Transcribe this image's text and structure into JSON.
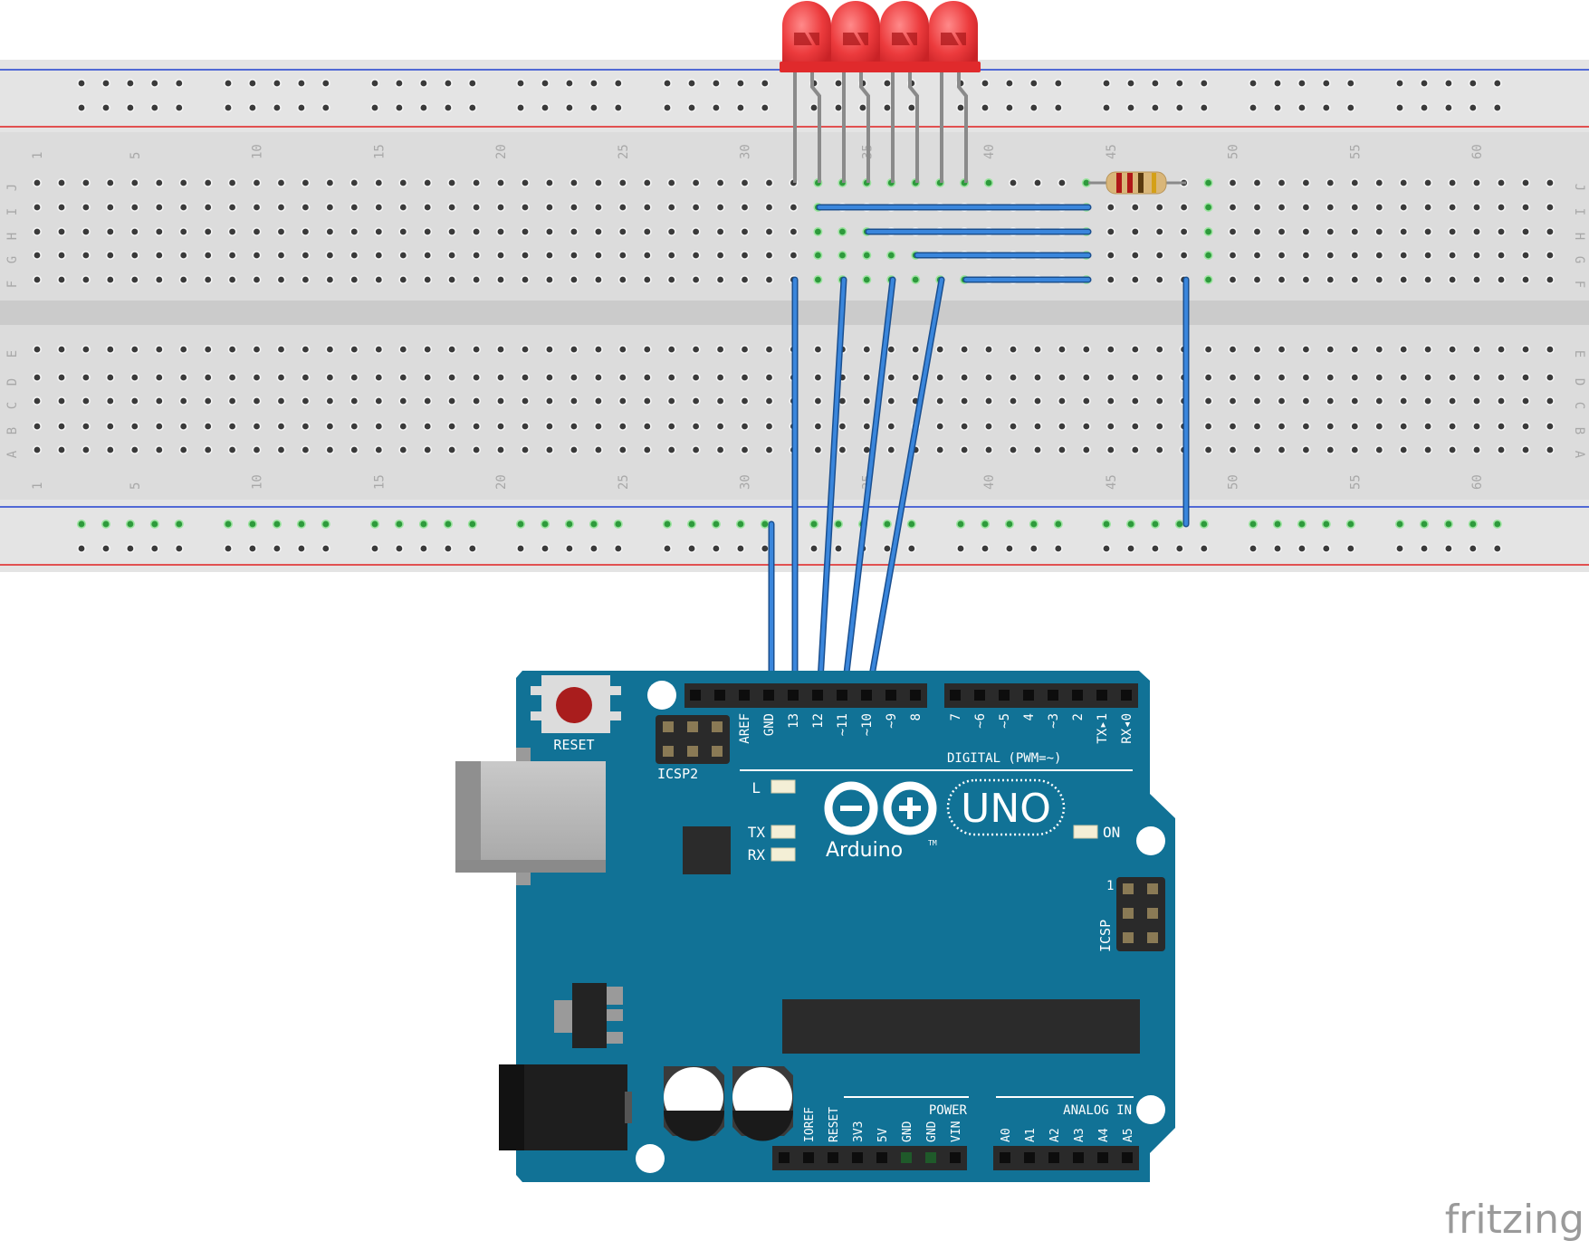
{
  "breadboard": {
    "column_labels": [
      "1",
      "5",
      "10",
      "15",
      "20",
      "25",
      "30",
      "35",
      "40",
      "45",
      "50",
      "55",
      "60"
    ],
    "column_numbers": [
      1,
      5,
      10,
      15,
      20,
      25,
      30,
      35,
      40,
      45,
      50,
      55,
      60
    ],
    "row_labels_top": [
      "J",
      "I",
      "H",
      "G",
      "F"
    ],
    "row_labels_bottom": [
      "E",
      "D",
      "C",
      "B",
      "A"
    ],
    "rail_color_positive": "#e02020",
    "rail_color_negative": "#2040d0"
  },
  "components": {
    "led_count": 4,
    "led_color": "#e8383a",
    "resistor_bands": [
      "#b01818",
      "#b01818",
      "#5a3a10",
      "#d4a017"
    ],
    "wire_color": "#2e74c9"
  },
  "arduino": {
    "board_color": "#117296",
    "reset_label": "RESET",
    "icsp2_label": "ICSP2",
    "icsp_label": "ICSP",
    "icsp_pin1": "1",
    "led_l_label": "L",
    "led_tx_label": "TX",
    "led_rx_label": "RX",
    "on_label": "ON",
    "brand": "Arduino",
    "trademark": "TM",
    "model": "UNO",
    "digital_label": "DIGITAL (PWM=~)",
    "digital_pins": [
      "AREF",
      "GND",
      "13",
      "12",
      "~11",
      "~10",
      "~9",
      "8",
      "7",
      "~6",
      "~5",
      "4",
      "~3",
      "2",
      "TX▸1",
      "RX◂0"
    ],
    "power_label": "POWER",
    "power_pins": [
      "IOREF",
      "RESET",
      "3V3",
      "5V",
      "GND",
      "GND",
      "VIN"
    ],
    "analog_label": "ANALOG IN",
    "analog_pins": [
      "A0",
      "A1",
      "A2",
      "A3",
      "A4",
      "A5"
    ]
  },
  "watermark": "fritzing"
}
